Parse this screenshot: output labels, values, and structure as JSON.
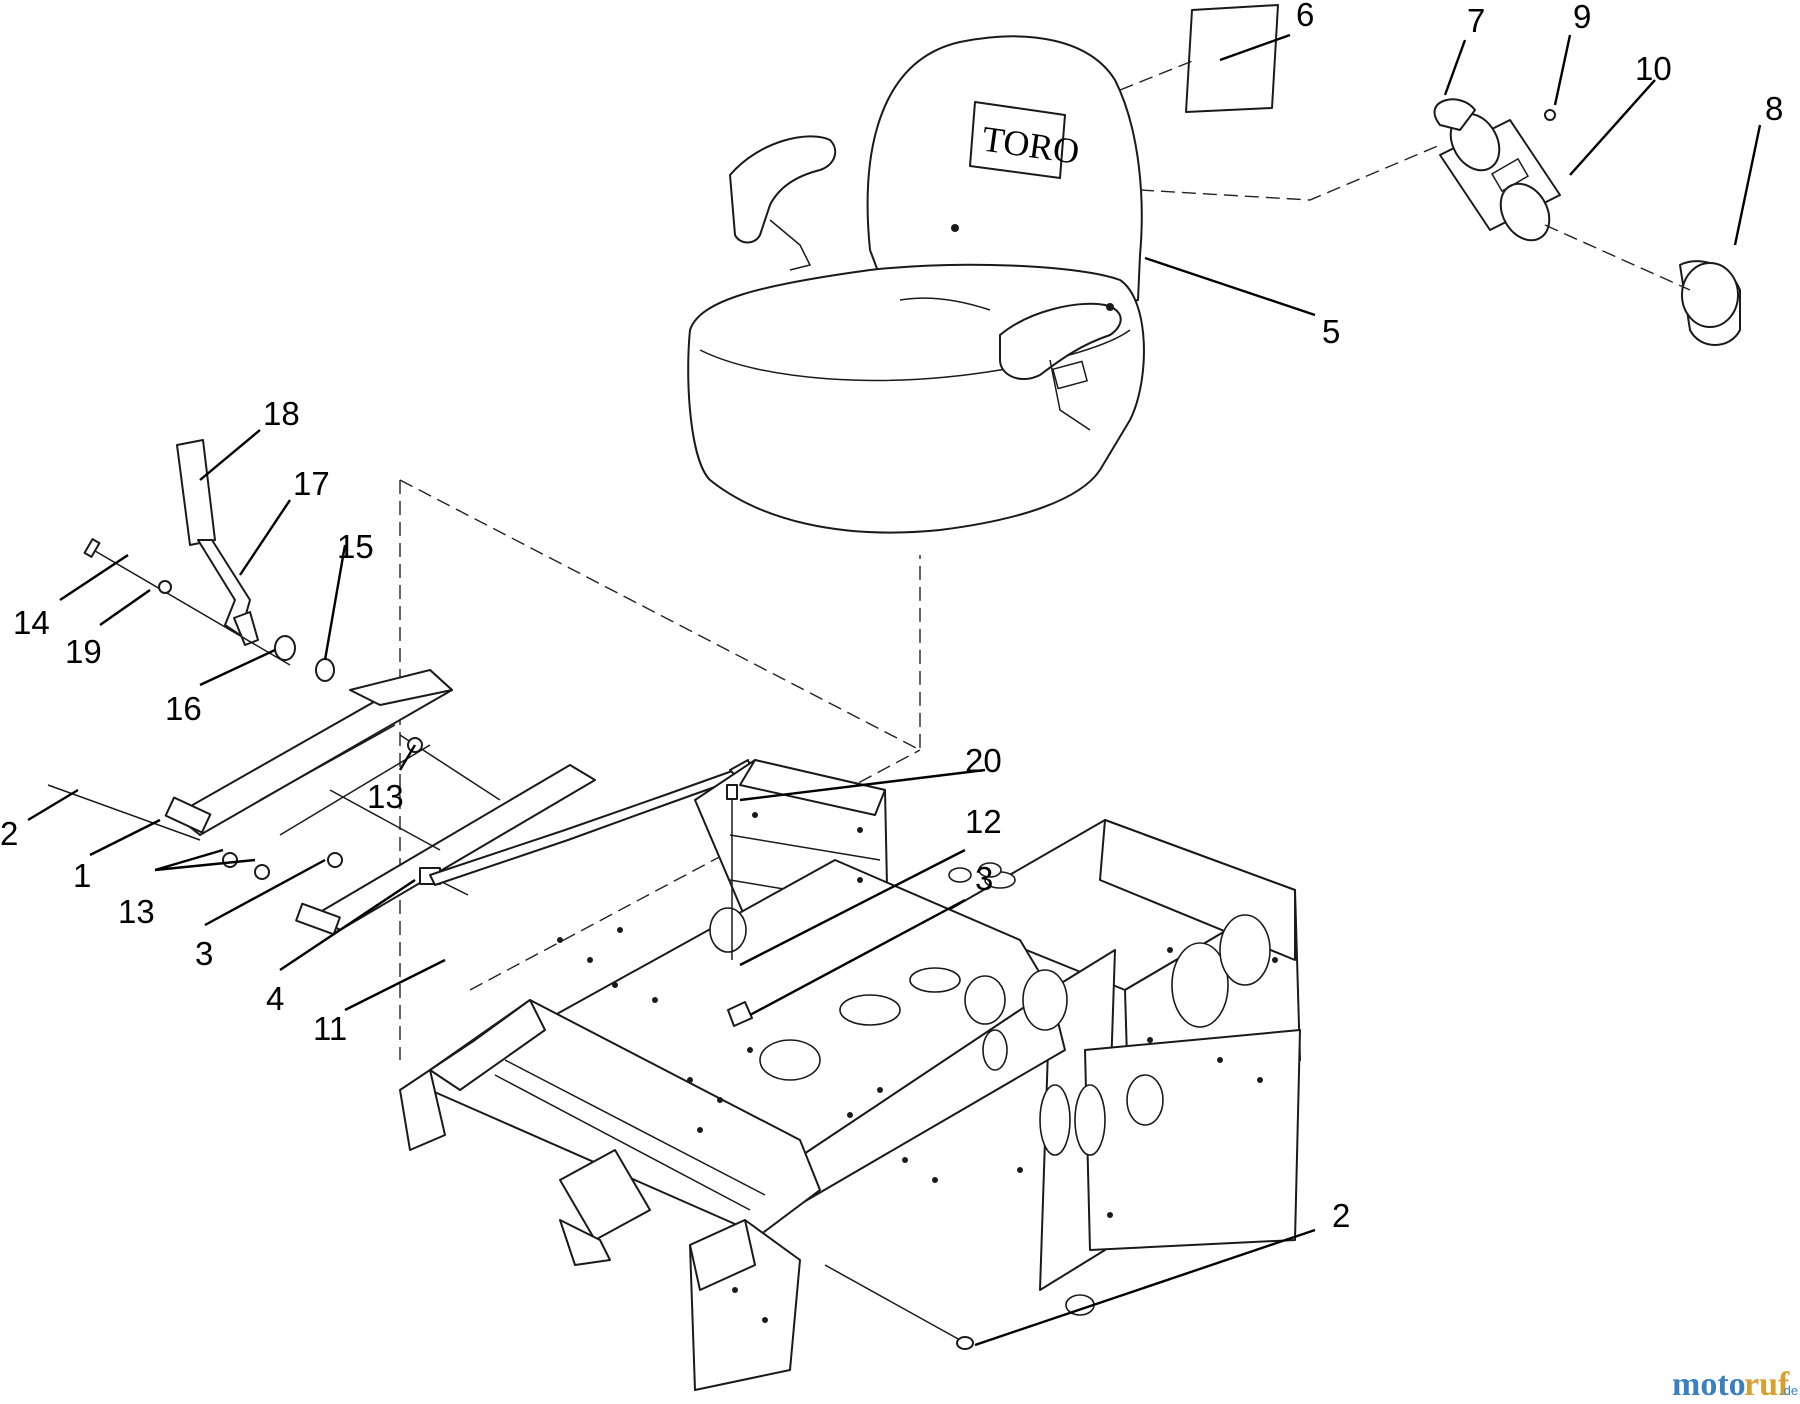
{
  "callouts": [
    "6",
    "7",
    "9",
    "10",
    "8",
    "5",
    "18",
    "17",
    "15",
    "14",
    "19",
    "16",
    "2",
    "13",
    "1",
    "13",
    "3",
    "20",
    "12",
    "3",
    "4",
    "11",
    "2"
  ],
  "seat": {
    "logo": "TORO"
  },
  "watermark": {
    "brand_a": "moto",
    "brand_b": "ruf",
    "suffix": ".de"
  },
  "colors": {
    "line": "#1a1a1a",
    "watermark_blue": "#3b7fc0",
    "watermark_gold": "#d8a030"
  }
}
